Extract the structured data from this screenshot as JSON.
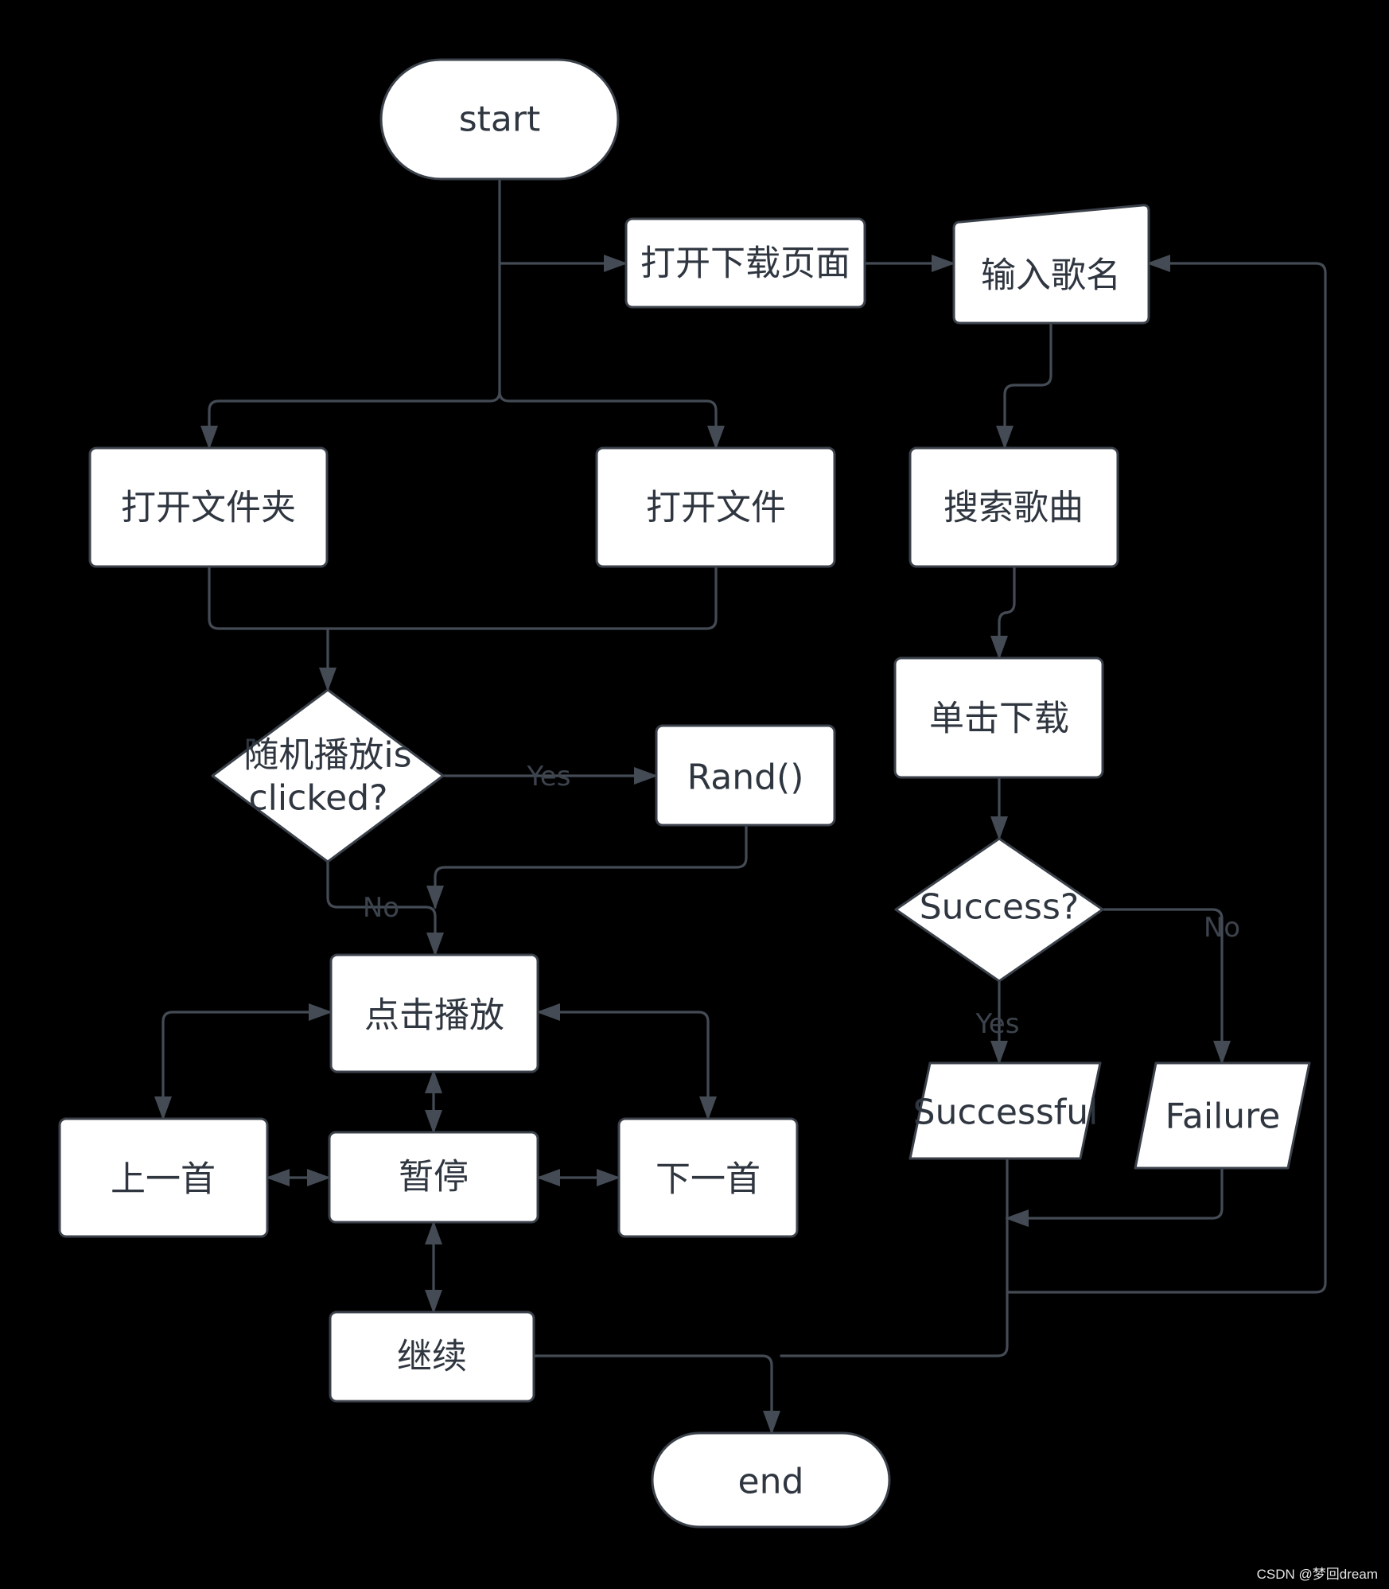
{
  "nodes": {
    "start": "start",
    "open_download_page": "打开下载页面",
    "input_song_name": "输入歌名",
    "open_folder": "打开文件夹",
    "open_file": "打开文件",
    "search_song": "搜索歌曲",
    "random_play_decision": "随机播放is clicked?",
    "rand": "Rand()",
    "click_download": "单击下载",
    "success_decision": "Success?",
    "click_play": "点击播放",
    "previous": "上一首",
    "pause": "暂停",
    "next": "下一首",
    "successful": "Successful",
    "failure": "Failure",
    "continue": "继续",
    "end": "end"
  },
  "edge_labels": {
    "yes_rand": "Yes",
    "no_play": "No",
    "no_failure": "No",
    "yes_successful": "Yes"
  },
  "watermark": "CSDN @梦回dream",
  "colors": {
    "background": "#000000",
    "node_fill": "#ffffff",
    "node_stroke": "#3b414a",
    "edge": "#444b55",
    "text": "#2f3640"
  }
}
